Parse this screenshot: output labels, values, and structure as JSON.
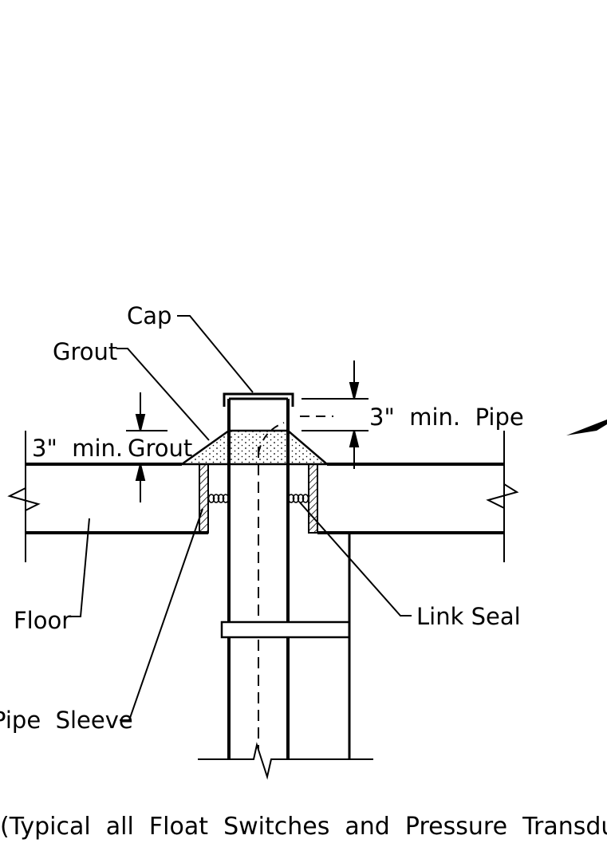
{
  "labels": {
    "cap": "Cap",
    "grout": "Grout",
    "pipe_dimension": "3\"  min.  Pipe",
    "grout_dimension_prefix": "3\"  min.",
    "grout_dimension_word": "Grout",
    "floor": "Floor",
    "link_seal": "Link Seal",
    "pipe_sleeve": "Pipe  Sleeve",
    "caption": "(Typical  all  Float  Switches  and  Pressure  Transducers)"
  },
  "colors": {
    "line": "#000000",
    "background": "#ffffff"
  }
}
